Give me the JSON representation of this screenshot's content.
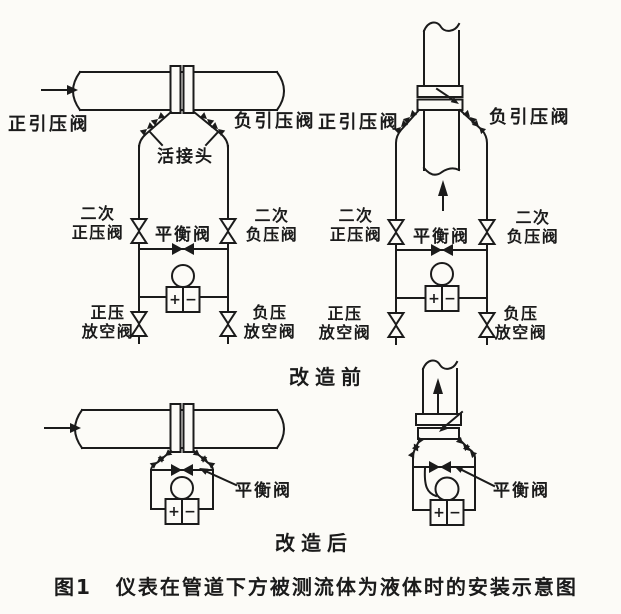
{
  "colors": {
    "ink": "#1b1b1b",
    "paper": "#fcfbf7"
  },
  "caption": {
    "figure_no": "图1",
    "title": "仪表在管道下方被测流体为液体时的安装示意图"
  },
  "section_labels": {
    "before": "改造前",
    "after": "改造后"
  },
  "labels": {
    "pos_impulse_valve": "正引压阀",
    "neg_impulse_valve": "负引压阀",
    "union_joint": "活接头",
    "secondary_pos_valve": [
      "二次",
      "正压阀"
    ],
    "secondary_neg_valve": [
      "二次",
      "负压阀"
    ],
    "balance_valve": "平衡阀",
    "pos_vent_valve": [
      "正压",
      "放空阀"
    ],
    "neg_vent_valve": [
      "负压",
      "放空阀"
    ],
    "transmitter_plus": "+",
    "transmitter_minus": "−"
  }
}
